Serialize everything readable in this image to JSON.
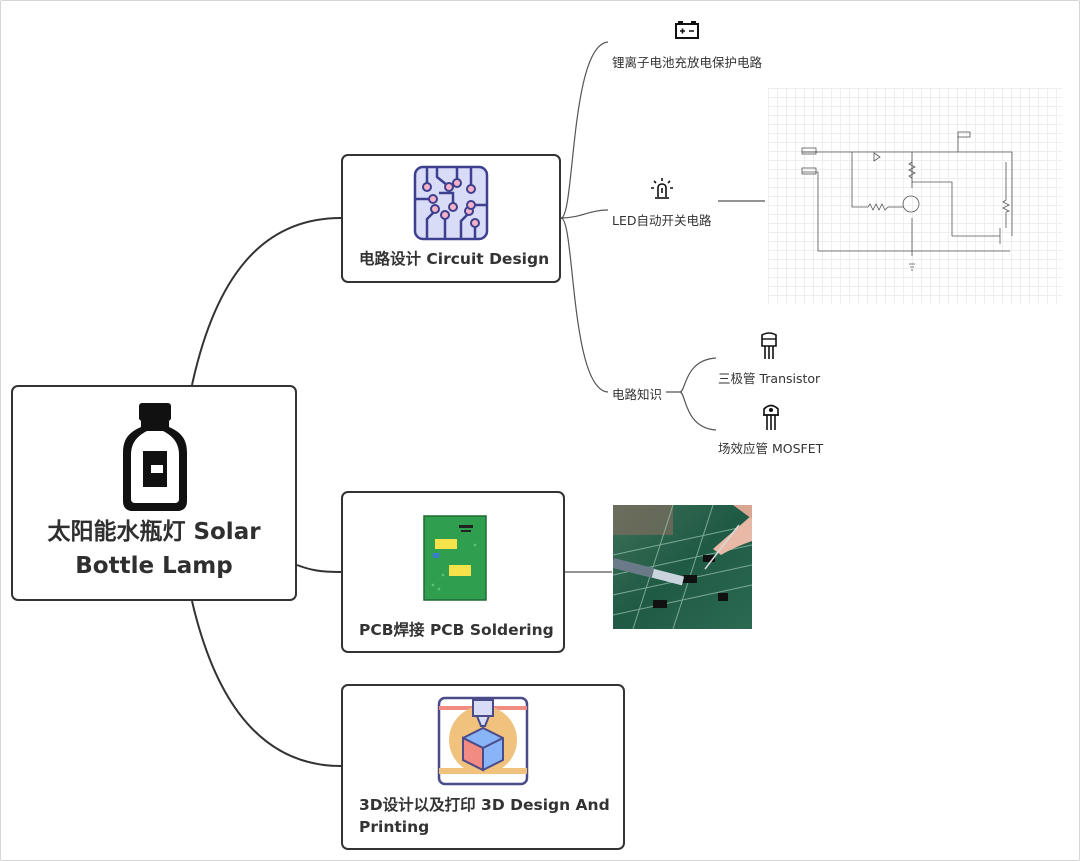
{
  "root": {
    "title": "太阳能水瓶灯 Solar Bottle Lamp",
    "icon": "bottle-icon"
  },
  "branches": [
    {
      "label": "电路设计 Circuit Design",
      "icon": "circuit-board-icon",
      "subtopics": [
        {
          "label": "锂离子电池充放电保护电路",
          "icon": "battery-icon"
        },
        {
          "label": "LED自动开关电路",
          "icon": "lamp-icon",
          "attachment": "circuit-schematic-image"
        },
        {
          "label": "电路知识",
          "children": [
            {
              "label": "三极管 Transistor",
              "icon": "transistor-icon"
            },
            {
              "label": "场效应管 MOSFET",
              "icon": "mosfet-icon"
            }
          ]
        }
      ]
    },
    {
      "label": "PCB焊接 PCB Soldering",
      "icon": "pcb-icon",
      "attachment": "soldering-photo"
    },
    {
      "label": "3D设计以及打印 3D Design And Printing",
      "icon": "3d-printer-icon"
    }
  ],
  "colors": {
    "line": "#333333",
    "node_border": "#333333",
    "pcb_green": "#2f9e4f",
    "chip_yellow": "#f6e24a",
    "icon_lavender": "#d9dcf7",
    "icon_purple": "#3d3f8f",
    "printer_orange": "#f1c27d",
    "cube_blue": "#8ab4f8",
    "cube_red": "#f28b82"
  }
}
